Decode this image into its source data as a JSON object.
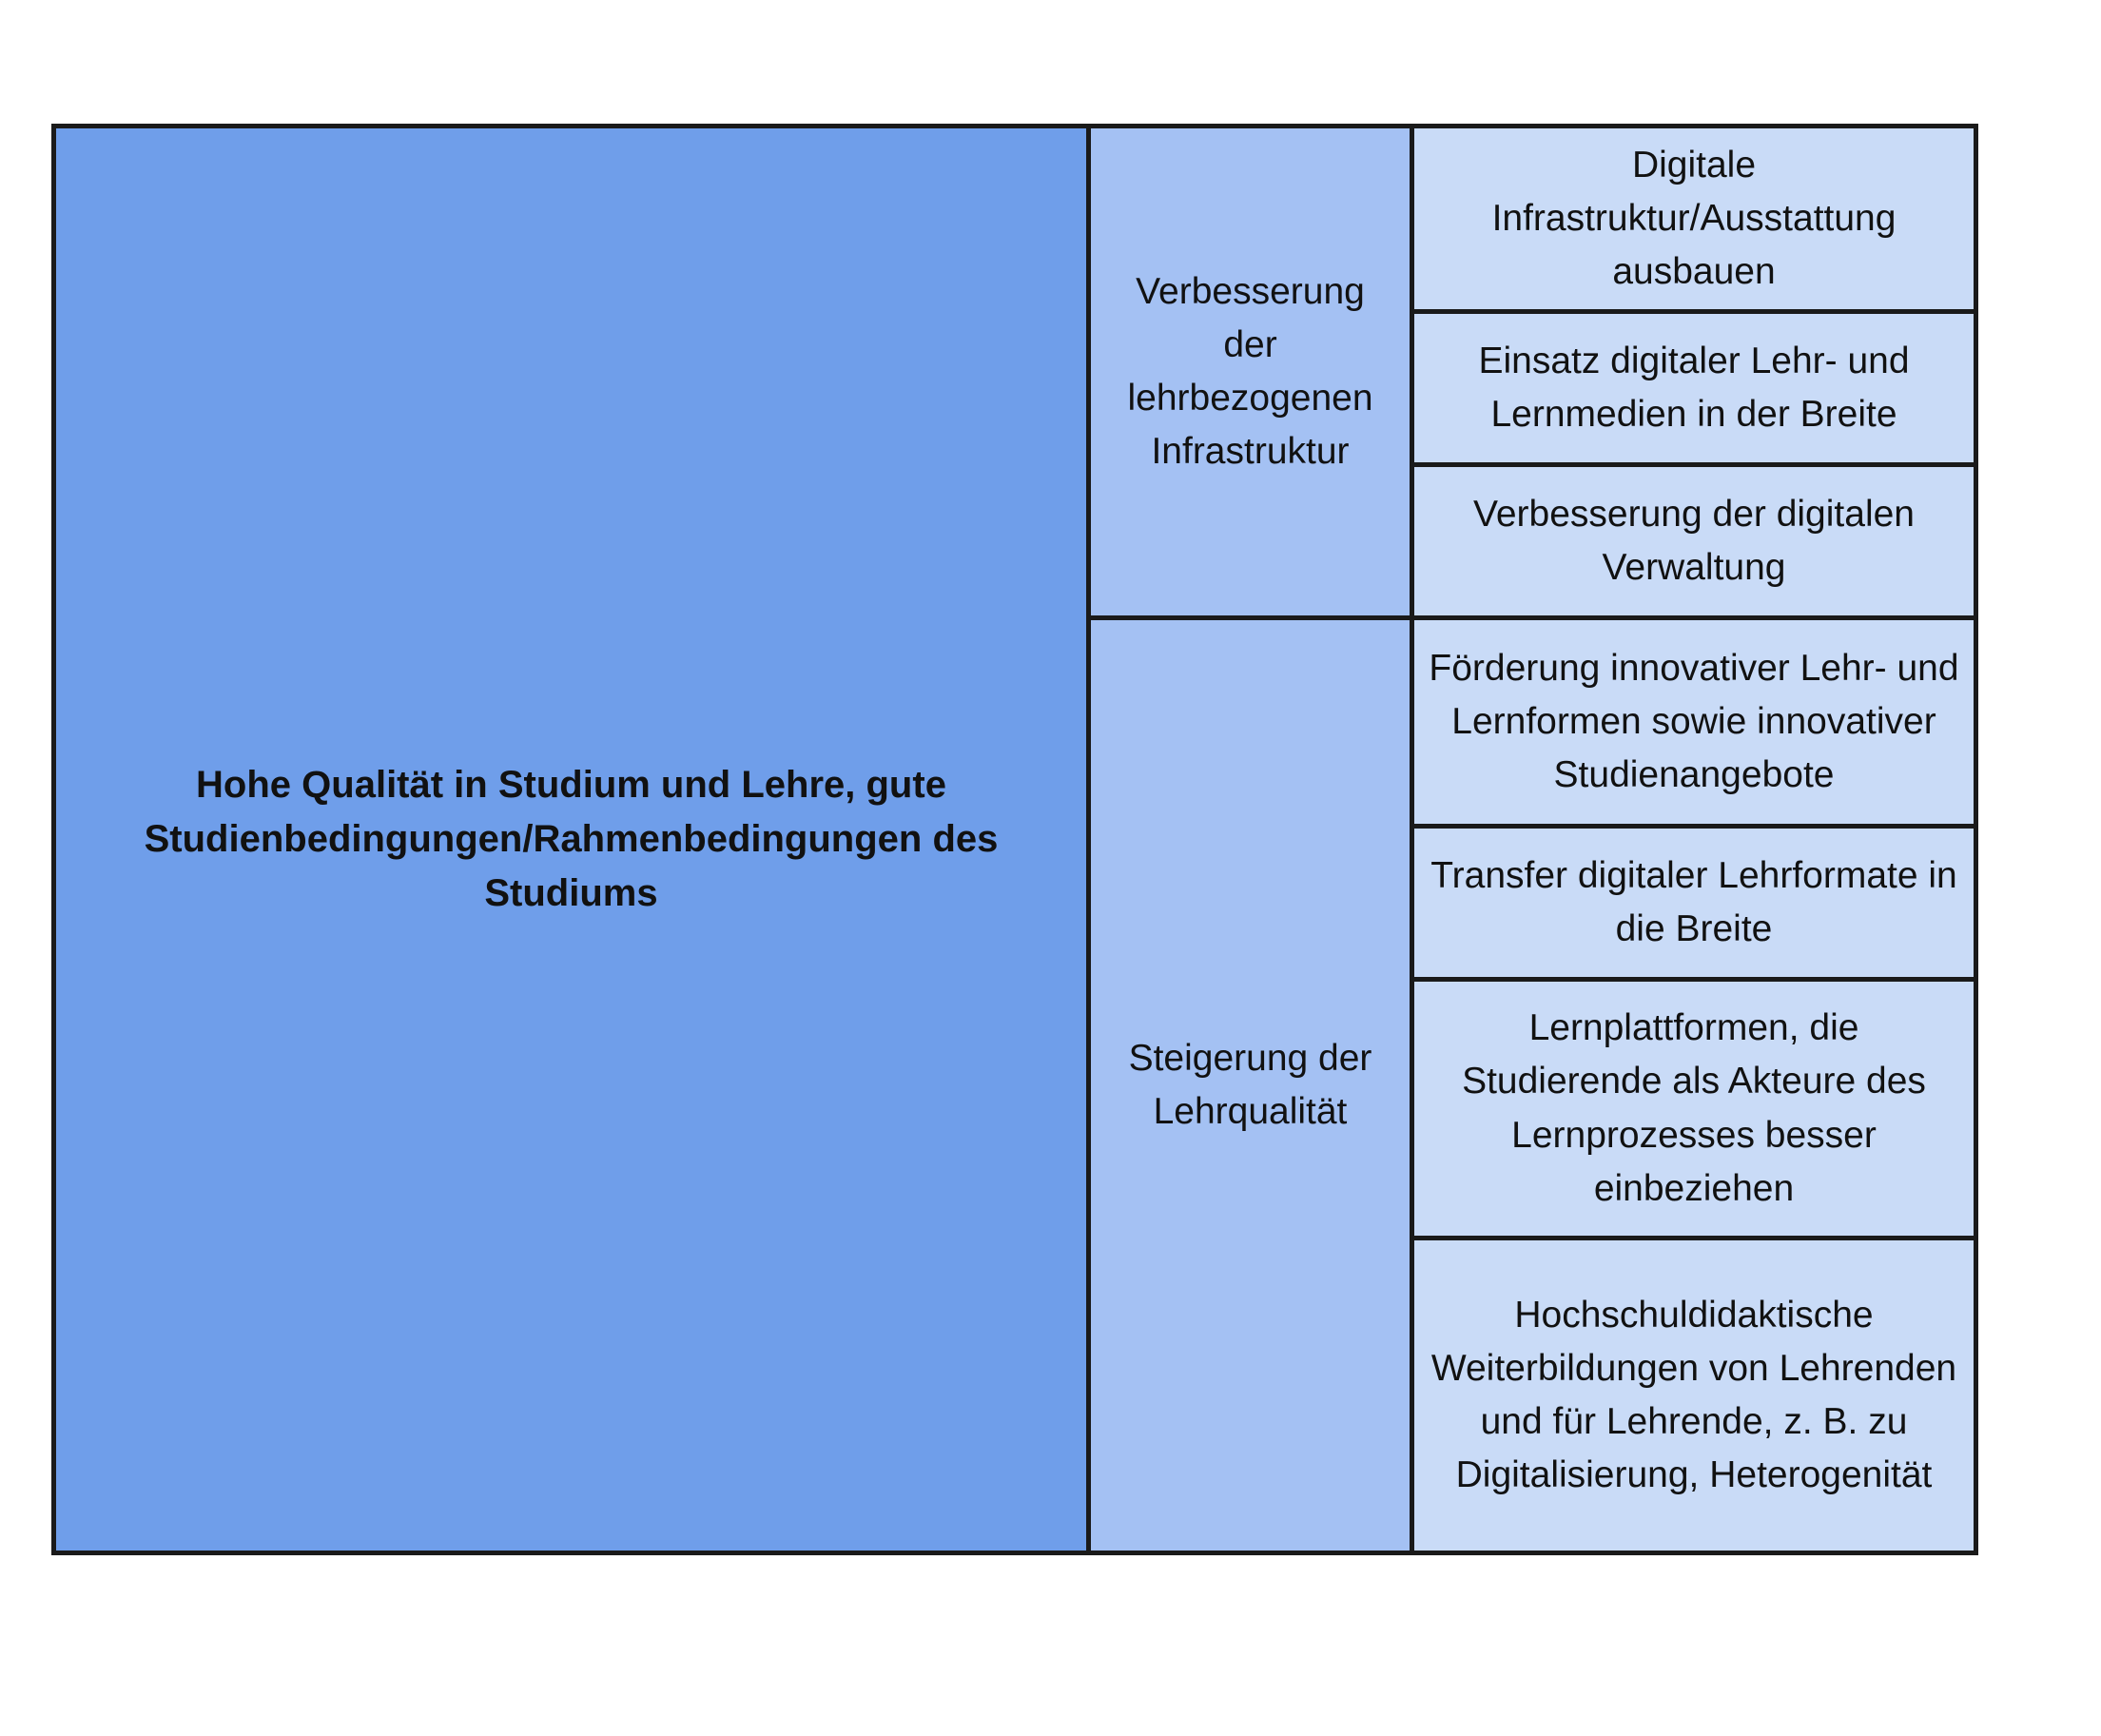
{
  "diagram": {
    "goal": "Hohe Qualität in Studium und Lehre, gute Studienbedingungen/Rahmenbedingungen des Studiums",
    "areas": [
      {
        "label": "Verbesserung der lehrbezogenen Infrastruktur",
        "measures": [
          "Digitale Infrastruktur/Ausstattung ausbauen",
          "Einsatz digitaler Lehr- und Lernmedien in der Breite",
          "Verbesserung der digitalen Verwaltung"
        ]
      },
      {
        "label": "Steigerung der Lehrqualität",
        "measures": [
          "Förderung innovativer Lehr- und Lernformen sowie innovativer Studienangebote",
          "Transfer digitaler Lehrformate in die Breite",
          "Lernplattformen, die Studierende als Akteure des Lernprozesses besser einbeziehen",
          "Hochschuldidaktische Weiterbildungen von Lehrenden und für Lehrende, z. B. zu Digitalisierung, Heterogenität"
        ]
      }
    ]
  },
  "colors": {
    "goal_fill": "#6f9eea",
    "area_fill": "#a4c1f3",
    "measure_fill": "#c9dbf7",
    "border": "#1a1a1a"
  }
}
